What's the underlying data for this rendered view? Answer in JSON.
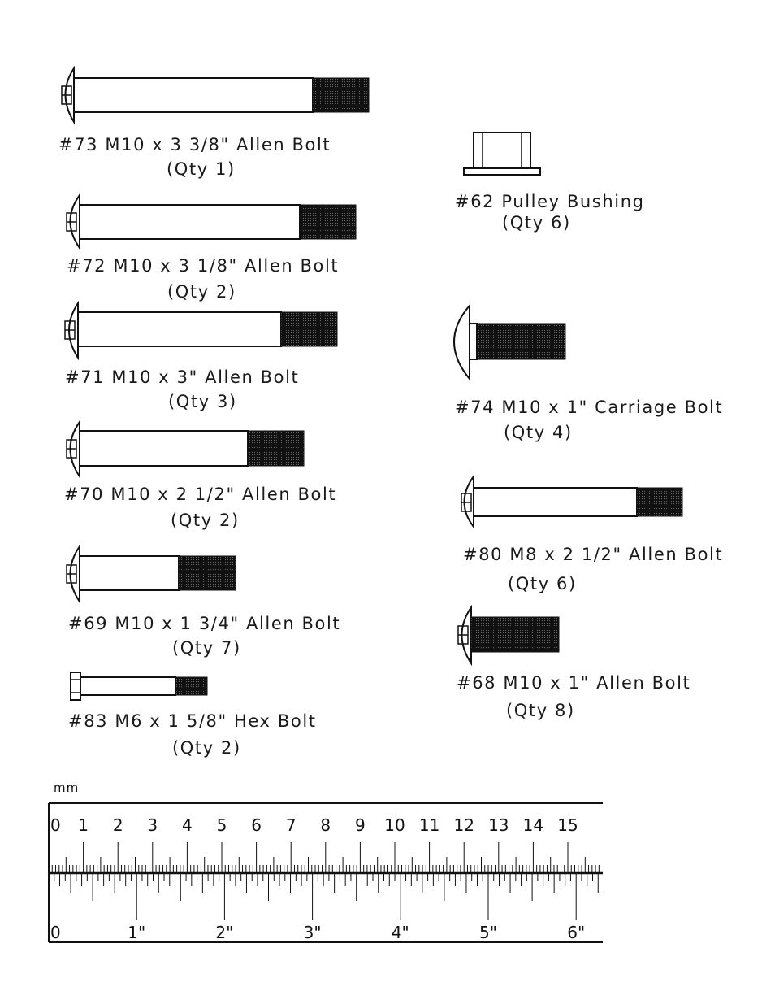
{
  "parts": [
    {
      "id": "73",
      "label": "#73  M10  x  3  3/8\"  Allen  Bolt",
      "qty": "(Qty  1)"
    },
    {
      "id": "72",
      "label": "#72  M10  x  3  1/8\"  Allen  Bolt",
      "qty": "(Qty  2)"
    },
    {
      "id": "71",
      "label": "#71  M10  x  3\"  Allen  Bolt",
      "qty": "(Qty  3)"
    },
    {
      "id": "70",
      "label": "#70  M10  x  2  1/2\"  Allen  Bolt",
      "qty": "(Qty  2)"
    },
    {
      "id": "69",
      "label": "#69  M10  x  1  3/4\"  Allen  Bolt",
      "qty": "(Qty  7)"
    },
    {
      "id": "83",
      "label": "#83  M6  x  1  5/8\"  Hex  Bolt",
      "qty": "(Qty  2)"
    },
    {
      "id": "62",
      "label": "#62  Pulley  Bushing",
      "qty": "(Qty  6)"
    },
    {
      "id": "74",
      "label": "#74  M10  x  1\"  Carriage  Bolt",
      "qty": "(Qty  4)"
    },
    {
      "id": "80",
      "label": "#80  M8  x  2  1/2\"  Allen  Bolt",
      "qty": "(Qty  6)"
    },
    {
      "id": "68",
      "label": "#68  M10  x  1\"  Allen  Bolt",
      "qty": "(Qty  8)"
    }
  ],
  "ruler": {
    "unit_mm": "mm",
    "cm_labels": [
      "0",
      "1",
      "2",
      "3",
      "4",
      "5",
      "6",
      "7",
      "8",
      "9",
      "10",
      "11",
      "12",
      "13",
      "14",
      "15"
    ],
    "inch_labels": [
      "0",
      "1\"",
      "2\"",
      "3\"",
      "4\"",
      "5\"",
      "6\""
    ]
  }
}
